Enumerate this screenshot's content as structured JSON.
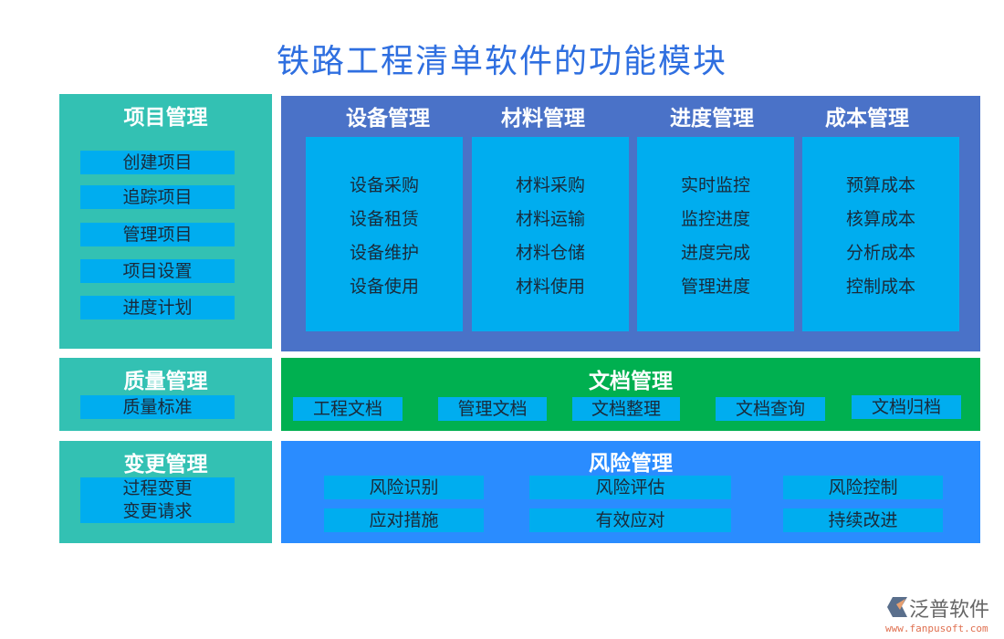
{
  "title": "铁路工程清单软件的功能模块",
  "project": {
    "title": "项目管理",
    "items": [
      "创建项目",
      "追踪项目",
      "管理项目",
      "项目设置",
      "进度计划"
    ]
  },
  "quality": {
    "title": "质量管理",
    "items": [
      "质量标准"
    ]
  },
  "change": {
    "title": "变更管理",
    "items": [
      "过程变更",
      "变更请求"
    ]
  },
  "modules": [
    {
      "title": "设备管理",
      "items": [
        "设备采购",
        "设备租赁",
        "设备维护",
        "设备使用"
      ]
    },
    {
      "title": "材料管理",
      "items": [
        "材料采购",
        "材料运输",
        "材料仓储",
        "材料使用"
      ]
    },
    {
      "title": "进度管理",
      "items": [
        "实时监控",
        "监控进度",
        "进度完成",
        "管理进度"
      ]
    },
    {
      "title": "成本管理",
      "items": [
        "预算成本",
        "核算成本",
        "分析成本",
        "控制成本"
      ]
    }
  ],
  "docs": {
    "title": "文档管理",
    "items": [
      "工程文档",
      "管理文档",
      "文档整理",
      "文档查询",
      "文档归档"
    ]
  },
  "risk": {
    "title": "风险管理",
    "items": [
      "风险识别",
      "风险评估",
      "风险控制",
      "应对措施",
      "有效应对",
      "持续改进"
    ]
  },
  "logo": {
    "name": "泛普软件",
    "url": "www.fanpusoft.com"
  },
  "colors": {
    "teal": "#33c1b3",
    "panel": "#4a72c8",
    "cyan": "#00adef",
    "green": "#00b050",
    "risk": "#2a8cff",
    "title": "#2f6fe0"
  }
}
